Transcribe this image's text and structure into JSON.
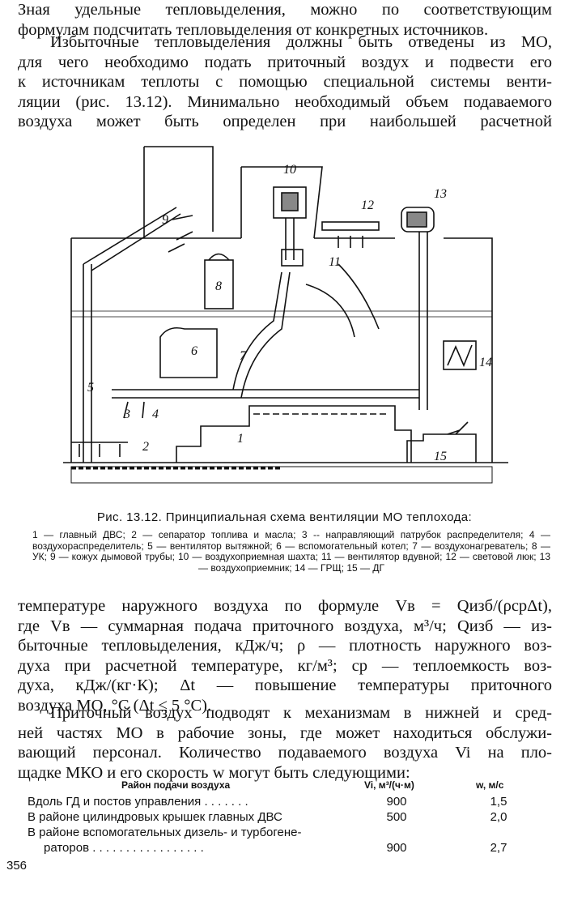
{
  "text_top": {
    "p1_lines": [
      "Зная удельные тепловыделения, можно по соответствующим",
      "формулам подсчитать тепловыделения от конкретных источников."
    ],
    "p2_lines": [
      "Избыточные тепловыделения должны быть отведены из МО,",
      "для чего необходимо подать приточный воздух и подвести его",
      "к источникам теплоты с помощью специальной системы венти-",
      "ляции (рис. 13.12). Минимально необходимый объем подаваемого",
      "воздуха может быть определен при наибольшей расчетной"
    ]
  },
  "figure": {
    "labels": [
      "1",
      "2",
      "3",
      "4",
      "5",
      "6",
      "7",
      "8",
      "9",
      "10",
      "11",
      "12",
      "13",
      "14",
      "15"
    ],
    "caption": "Рис. 13.12. Принципиальная схема вентиляции МО теплохода:",
    "legend": "1 — главный ДВС; 2 — сепаратор топлива и масла; 3 -- направляющий патрубок распределителя; 4 — воздухораспределитель; 5 — вентилятор вытяжной; 6 — вспомогательный котел; 7 — воздухонагреватель; 8 — УК; 9 — кожух дымовой трубы; 10 — воздухоприемная шахта; 11 — вентилятор вдувной; 12 — световой люк; 13 — воздухоприемник; 14 — ГРЩ; 15 — ДГ"
  },
  "text_bottom": {
    "p3_lines": [
      "температуре наружного воздуха по формуле Vв = Qизб/(ρcpΔt),",
      "где Vв — суммарная подача приточного воздуха, м³/ч; Qизб — из-",
      "быточные тепловыделения, кДж/ч; ρ — плотность наружного воз-",
      "духа при расчетной температуре, кг/м³; cp — теплоемкость воз-",
      "духа, кДж/(кг·К); Δt — повышение температуры приточного",
      "воздуха МО, °С (Δt ≤ 5 °С)."
    ],
    "p4_lines": [
      "Приточный воздух подводят к механизмам в нижней и сред-",
      "ней частях МО в рабочие зоны, где может находиться обслужи-",
      "вающий персонал. Количество подаваемого воздуха Vi на пло-",
      "щадке МКО и его скорость w могут быть следующими:"
    ]
  },
  "table": {
    "headers": [
      "Район подачи воздуха",
      "Vi, м³/(ч·м)",
      "w, м/с"
    ],
    "rows": [
      {
        "label": "Вдоль ГД и постов управления . . . . . . .",
        "v": "900",
        "w": "1,5"
      },
      {
        "label": "В районе цилиндровых крышек главных ДВС",
        "v": "500",
        "w": "2,0"
      },
      {
        "label": "В районе вспомогательных дизель- и турбогене-",
        "v": "",
        "w": ""
      },
      {
        "label": "раторов . . . . . . . . . . . . . . . . .",
        "v": "900",
        "w": "2,7"
      }
    ]
  },
  "page_number": "356"
}
